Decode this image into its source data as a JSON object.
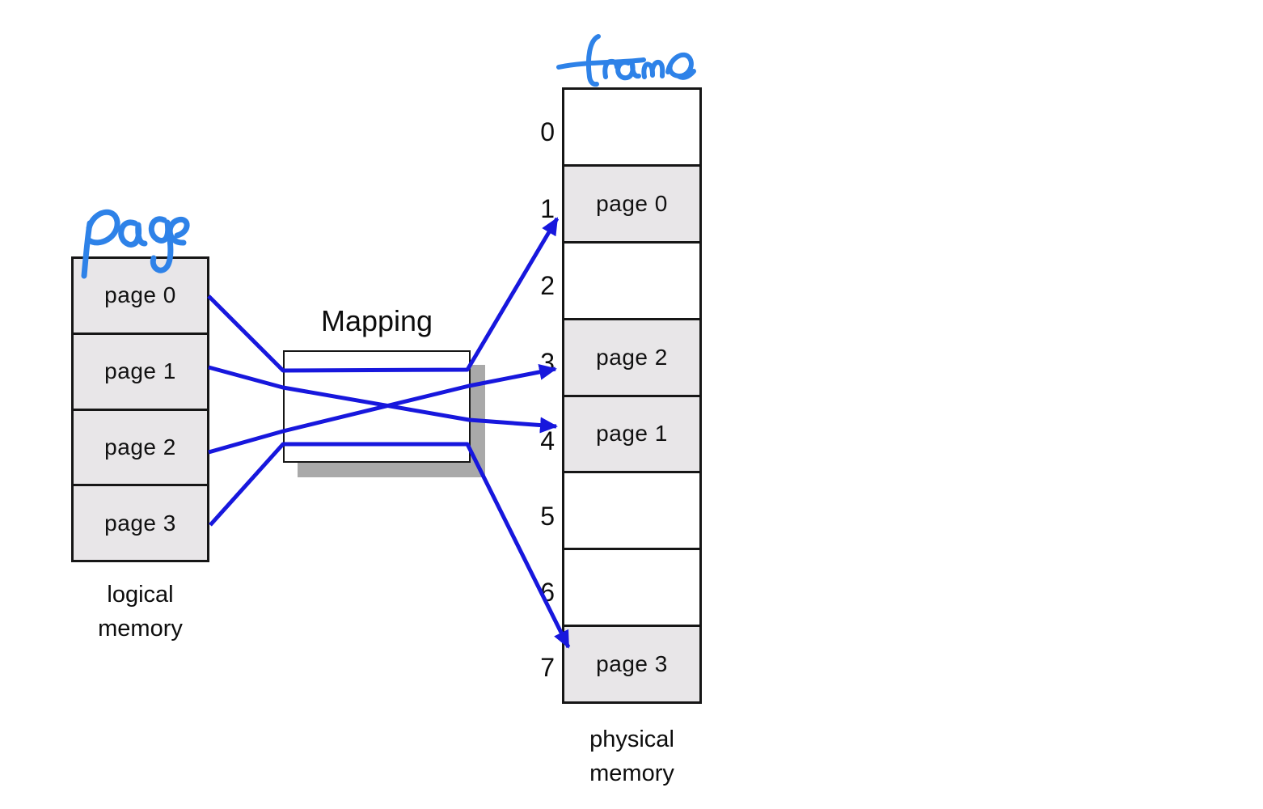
{
  "diagram": {
    "mapping_title": "Mapping",
    "handwritten": {
      "page_label": "page",
      "frame_label": "frame"
    },
    "logical_memory": {
      "caption_line1": "logical",
      "caption_line2": "memory",
      "pages": [
        {
          "label": "page 0"
        },
        {
          "label": "page 1"
        },
        {
          "label": "page 2"
        },
        {
          "label": "page 3"
        }
      ]
    },
    "physical_memory": {
      "caption_line1": "physical",
      "caption_line2": "memory",
      "frames": [
        {
          "number": "0",
          "content": ""
        },
        {
          "number": "1",
          "content": "page 0"
        },
        {
          "number": "2",
          "content": ""
        },
        {
          "number": "3",
          "content": "page 2"
        },
        {
          "number": "4",
          "content": "page 1"
        },
        {
          "number": "5",
          "content": ""
        },
        {
          "number": "6",
          "content": ""
        },
        {
          "number": "7",
          "content": "page 3"
        }
      ]
    },
    "mappings": [
      {
        "from_page": "page 0",
        "to_frame": "1"
      },
      {
        "from_page": "page 1",
        "to_frame": "4"
      },
      {
        "from_page": "page 2",
        "to_frame": "3"
      },
      {
        "from_page": "page 3",
        "to_frame": "7"
      }
    ],
    "colors": {
      "arrow_blue": "#1717dd",
      "marker_blue": "#2e82e8",
      "cell_fill": "#e8e6e8",
      "border": "#161616",
      "shadow_gray": "#a9a9a9"
    }
  }
}
